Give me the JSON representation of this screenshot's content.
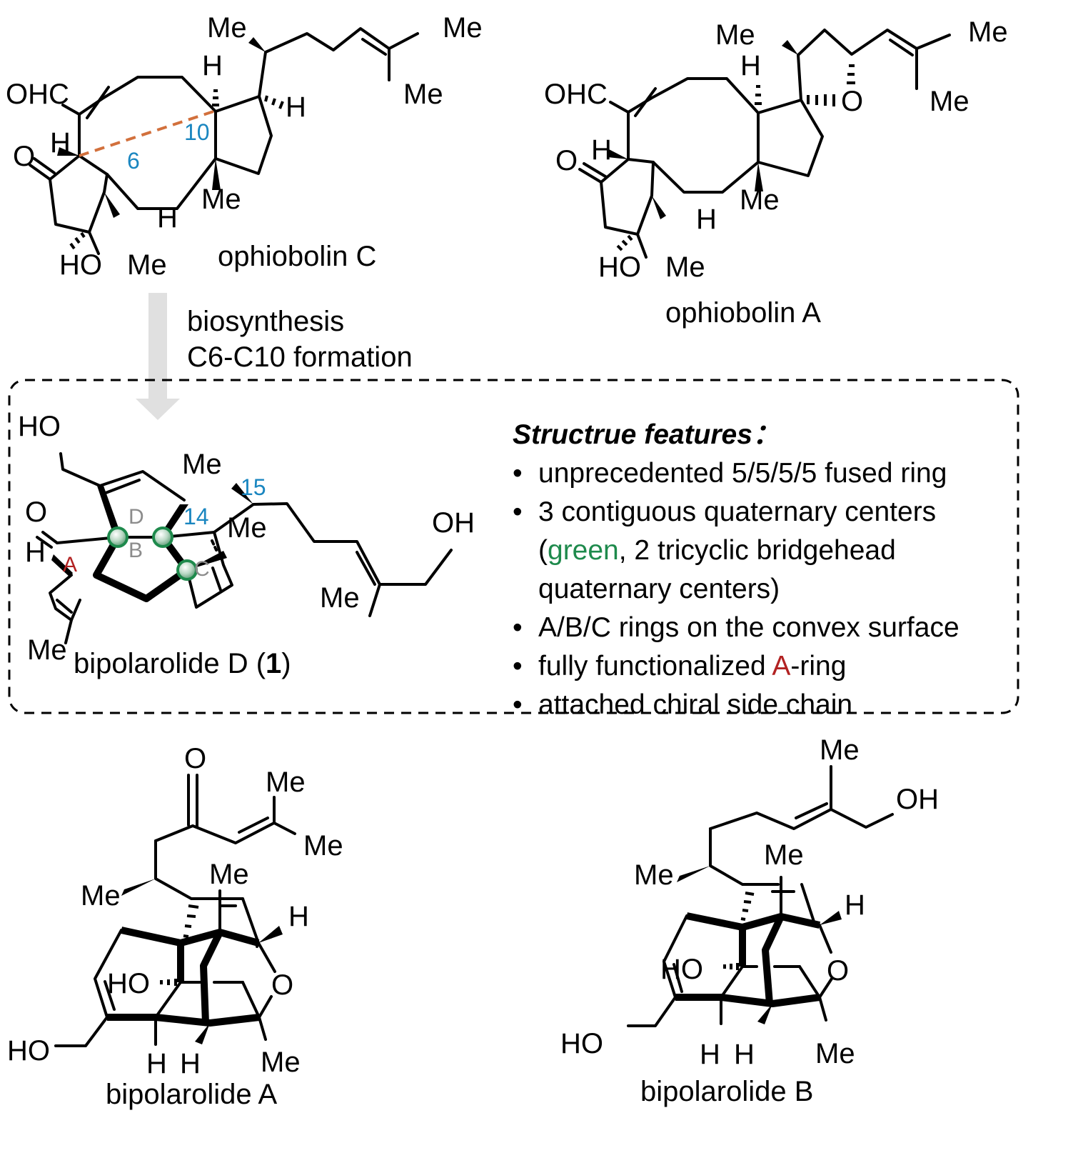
{
  "colors": {
    "new_bond": "#d2703c",
    "atom_number": "#1a86c0",
    "ring_label": "#8c8c8c",
    "ring_A": "#b22222",
    "quaternary_center": "#1e8a4c",
    "arrow": "#e0e0e0"
  },
  "compounds": {
    "ophiobolin_c": {
      "name": "ophiobolin C",
      "labels": {
        "me_top": "Me",
        "me_end1": "Me",
        "me_end2": "Me",
        "h_top": "H",
        "h_right": "H",
        "ohc": "OHC",
        "h_left": "H",
        "o": "O",
        "c6": "6",
        "c10": "10",
        "me_mid": "Me",
        "h_low": "H",
        "ho": "HO",
        "me_low": "Me"
      }
    },
    "ophiobolin_a": {
      "name": "ophiobolin A",
      "labels": {
        "me_top": "Me",
        "me_end1": "Me",
        "me_end2": "Me",
        "h_top": "H",
        "ohc": "OHC",
        "o_ring": "O",
        "h_left": "H",
        "o": "O",
        "me_mid": "Me",
        "h_low": "H",
        "ho": "HO",
        "me_low": "Me"
      }
    },
    "bipolarolide_d": {
      "name_prefix": "bipolarolide D (",
      "name_bold": "1",
      "name_suffix": ")",
      "labels": {
        "ho": "HO",
        "o": "O",
        "h": "H",
        "me_low": "Me",
        "me_15": "Me",
        "c15": "15",
        "c14": "14",
        "me_14": "Me",
        "oh": "OH",
        "me_chain": "Me",
        "ring_a": "A",
        "ring_b": "B",
        "ring_c": "C",
        "ring_d": "D"
      }
    },
    "bipolarolide_a": {
      "name": "bipolarolide A",
      "labels": {
        "o_ketone": "O",
        "me_end1": "Me",
        "me_end2": "Me",
        "me_side": "Me",
        "me_top": "Me",
        "h_right": "H",
        "ho_mid": "HO",
        "o_ring": "O",
        "ho_left": "HO",
        "h1": "H",
        "h2": "H",
        "me_low": "Me"
      }
    },
    "bipolarolide_b": {
      "name": "bipolarolide B",
      "labels": {
        "me_end": "Me",
        "oh": "OH",
        "me_side": "Me",
        "me_top": "Me",
        "h_right": "H",
        "ho_mid": "HO",
        "o_ring": "O",
        "ho_left": "HO",
        "h1": "H",
        "h2": "H",
        "me_low": "Me"
      }
    }
  },
  "transformation": {
    "line1": "biosynthesis",
    "line2": "C6-C10 formation"
  },
  "features": {
    "title": "Structrue features",
    "title_colon": "：",
    "items": [
      {
        "text": "unprecedented 5/5/5/5  fused ring"
      },
      {
        "text": "3 contiguous quaternary centers"
      },
      {
        "pre": "(",
        "highlight": "green",
        "post": ", 2 tricyclic bridgehead"
      },
      {
        "text": "quaternary centers)"
      },
      {
        "text": "A/B/C rings on the convex surface"
      },
      {
        "pre": "fully functionalized ",
        "highlight": "A",
        "post": "-ring"
      },
      {
        "text": "attached chiral side chain"
      }
    ]
  }
}
